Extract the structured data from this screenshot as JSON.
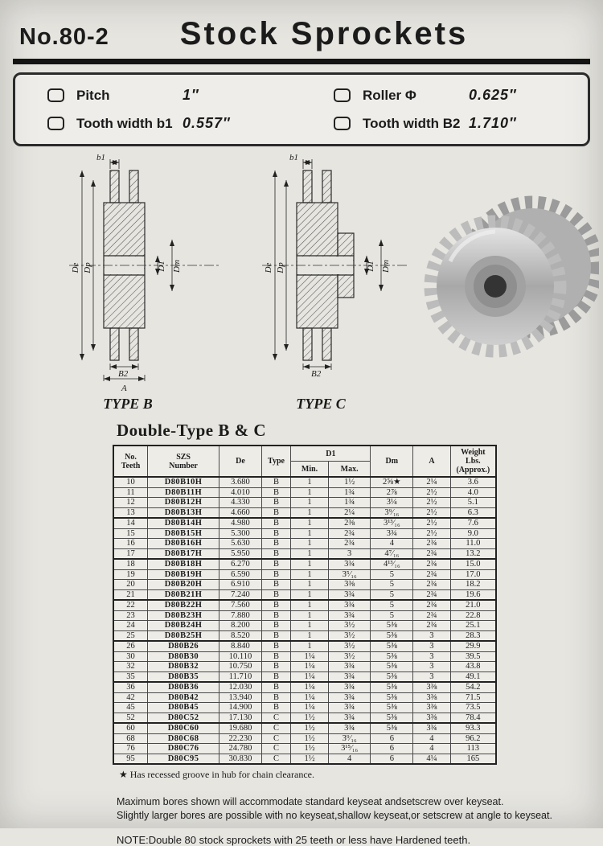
{
  "page": {
    "doc_number": "No.80-2",
    "title": "Stock Sprockets"
  },
  "specs": {
    "items": [
      {
        "label": "Pitch",
        "value": "1″"
      },
      {
        "label": "Roller Φ",
        "value": "0.625″"
      },
      {
        "label": "Tooth width b1",
        "value": "0.557″"
      },
      {
        "label": "Tooth width B2",
        "value": "1.710″"
      }
    ]
  },
  "diagrams": {
    "type_b_caption": "TYPE B",
    "type_c_caption": "TYPE C",
    "labels": {
      "b1": "b1",
      "De": "De",
      "Dp": "Dp",
      "D1": "D1",
      "Dm": "Dm",
      "B2": "B2",
      "A": "A"
    }
  },
  "table": {
    "title": "Double-Type B & C",
    "headers": {
      "teeth": "No.\nTeeth",
      "szs": "SZS\nNumber",
      "de": "De",
      "type": "Type",
      "d1": "D1",
      "min": "Min.",
      "max": "Max.",
      "dm": "Dm",
      "a": "A",
      "weight": "Weight\nLbs.\n(Approx.)"
    },
    "group_breaks": [
      "13",
      "17",
      "21",
      "25",
      "35",
      "52"
    ],
    "rows": [
      [
        "10",
        "D80B10H",
        "3.680",
        "B",
        "1",
        "1½",
        "2⅝★",
        "2¼",
        "3.6"
      ],
      [
        "11",
        "D80B11H",
        "4.010",
        "B",
        "1",
        "1¾",
        "2⅞",
        "2½",
        "4.0"
      ],
      [
        "12",
        "D80B12H",
        "4.330",
        "B",
        "1",
        "1¾",
        "3¼",
        "2½",
        "5.1"
      ],
      [
        "13",
        "D80B13H",
        "4.660",
        "B",
        "1",
        "2¼",
        "3⁹⁄₁₆",
        "2½",
        "6.3"
      ],
      [
        "14",
        "D80B14H",
        "4.980",
        "B",
        "1",
        "2⅜",
        "3¹³⁄₁₆",
        "2½",
        "7.6"
      ],
      [
        "15",
        "D80B15H",
        "5.300",
        "B",
        "1",
        "2¾",
        "3¾",
        "2½",
        "9.0"
      ],
      [
        "16",
        "D80B16H",
        "5.630",
        "B",
        "1",
        "2¾",
        "4",
        "2¾",
        "11.0"
      ],
      [
        "17",
        "D80B17H",
        "5.950",
        "B",
        "1",
        "3",
        "4⁷⁄₁₆",
        "2¾",
        "13.2"
      ],
      [
        "18",
        "D80B18H",
        "6.270",
        "B",
        "1",
        "3¾",
        "4¹³⁄₁₆",
        "2¾",
        "15.0"
      ],
      [
        "19",
        "D80B19H",
        "6.590",
        "B",
        "1",
        "3⁵⁄₁₆",
        "5",
        "2¾",
        "17.0"
      ],
      [
        "20",
        "D80B20H",
        "6.910",
        "B",
        "1",
        "3⅜",
        "5",
        "2¾",
        "18.2"
      ],
      [
        "21",
        "D80B21H",
        "7.240",
        "B",
        "1",
        "3¾",
        "5",
        "2¾",
        "19.6"
      ],
      [
        "22",
        "D80B22H",
        "7.560",
        "B",
        "1",
        "3¾",
        "5",
        "2¾",
        "21.0"
      ],
      [
        "23",
        "D80B23H",
        "7.880",
        "B",
        "1",
        "3¾",
        "5",
        "2¾",
        "22.8"
      ],
      [
        "24",
        "D80B24H",
        "8.200",
        "B",
        "1",
        "3½",
        "5⅜",
        "2¾",
        "25.1"
      ],
      [
        "25",
        "D80B25H",
        "8.520",
        "B",
        "1",
        "3½",
        "5⅜",
        "3",
        "28.3"
      ],
      [
        "26",
        "D80B26",
        "8.840",
        "B",
        "1",
        "3½",
        "5⅜",
        "3",
        "29.9"
      ],
      [
        "30",
        "D80B30",
        "10.110",
        "B",
        "1¼",
        "3½",
        "5⅜",
        "3",
        "39.5"
      ],
      [
        "32",
        "D80B32",
        "10.750",
        "B",
        "1¼",
        "3¾",
        "5⅜",
        "3",
        "43.8"
      ],
      [
        "35",
        "D80B35",
        "11.710",
        "B",
        "1¼",
        "3¾",
        "5⅜",
        "3",
        "49.1"
      ],
      [
        "36",
        "D80B36",
        "12.030",
        "B",
        "1¼",
        "3¾",
        "5⅜",
        "3⅜",
        "54.2"
      ],
      [
        "42",
        "D80B42",
        "13.940",
        "B",
        "1¼",
        "3¾",
        "5⅜",
        "3⅜",
        "71.5"
      ],
      [
        "45",
        "D80B45",
        "14.900",
        "B",
        "1¼",
        "3¾",
        "5⅜",
        "3⅜",
        "73.5"
      ],
      [
        "52",
        "D80C52",
        "17.130",
        "C",
        "1½",
        "3¾",
        "5⅜",
        "3⅜",
        "78.4"
      ],
      [
        "60",
        "D80C60",
        "19.680",
        "C",
        "1½",
        "3¾",
        "5⅜",
        "3¾",
        "93.3"
      ],
      [
        "68",
        "D80C68",
        "22.230",
        "C",
        "1½",
        "3⁹⁄₁₆",
        "6",
        "4",
        "96.2"
      ],
      [
        "76",
        "D80C76",
        "24.780",
        "C",
        "1½",
        "3¹⁵⁄₁₆",
        "6",
        "4",
        "113"
      ],
      [
        "95",
        "D80C95",
        "30.830",
        "C",
        "1½",
        "4",
        "6",
        "4¼",
        "165"
      ]
    ]
  },
  "footnotes": {
    "star_note": "★ Has recessed groove in hub for chain clearance.",
    "note1": "Maximum bores shown will accommodate standard keyseat andsetscrew over keyseat.",
    "note2": "Slightly larger bores are possible with no keyseat,shallow keyseat,or setscrew at angle to keyseat.",
    "note_final": "NOTE:Double 80 stock sprockets with 25 teeth or less have Hardened teeth."
  }
}
